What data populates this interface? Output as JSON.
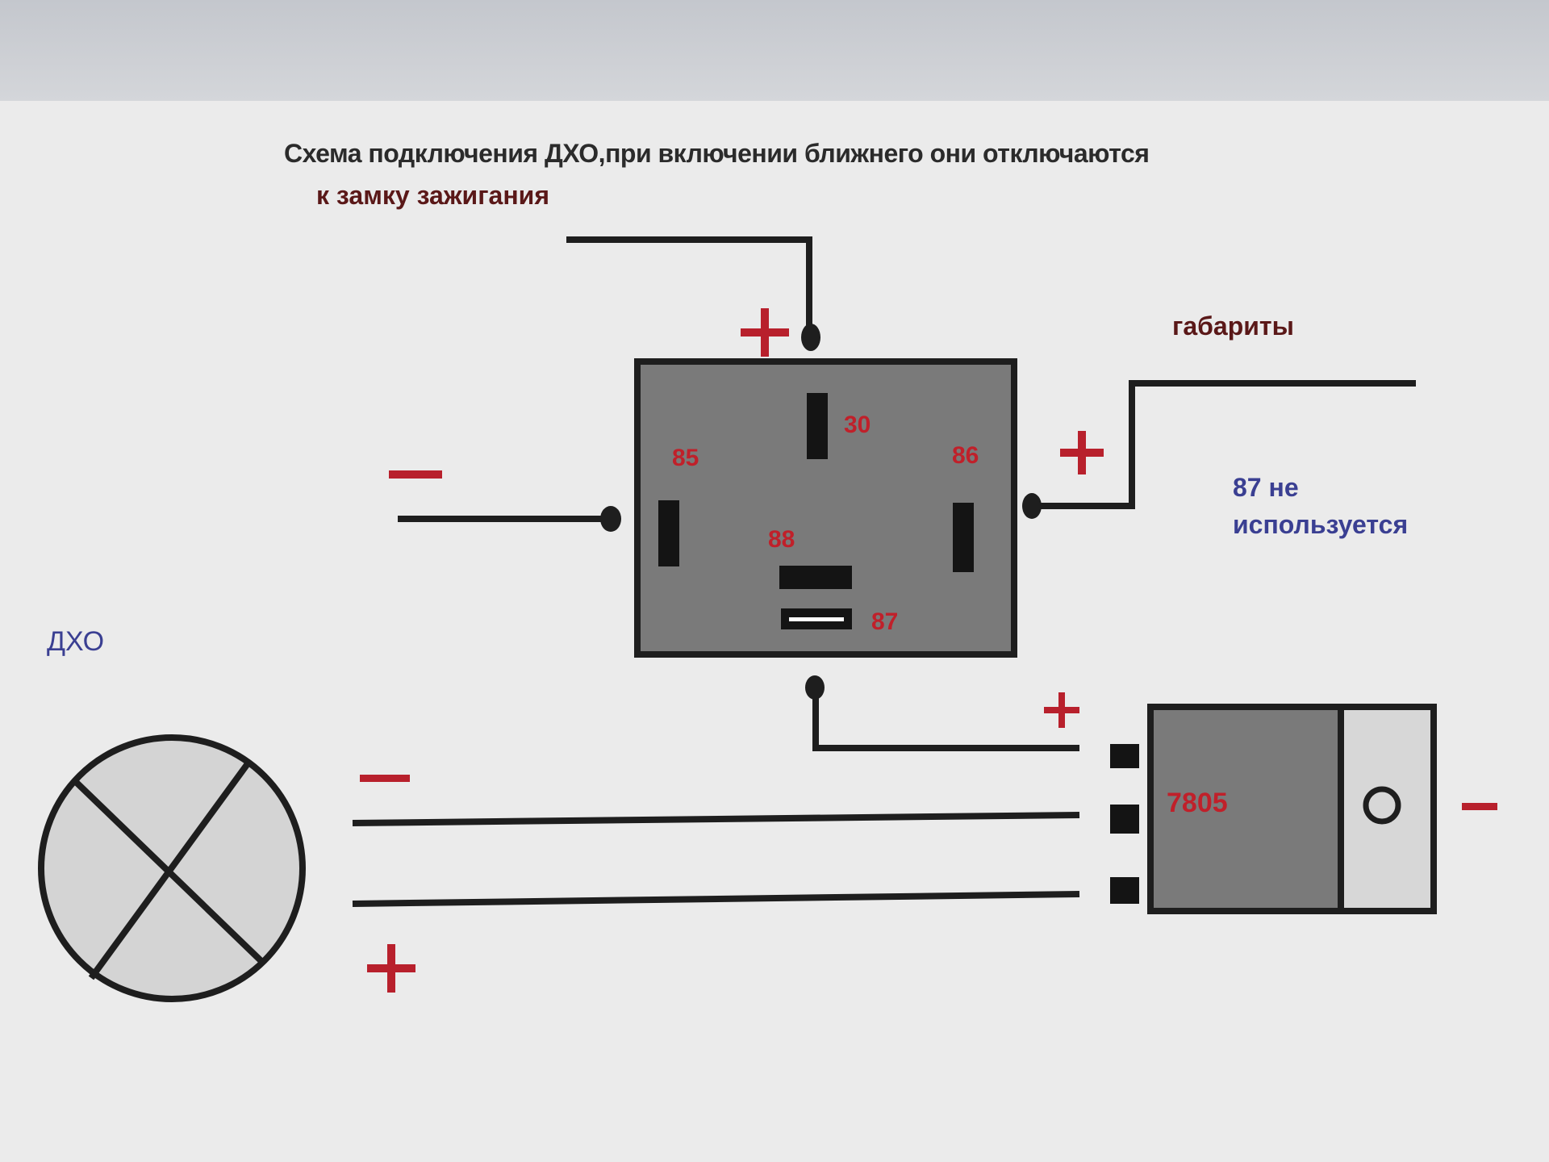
{
  "title": "Схема подключения  ДХО,при включении ближнего они отключаются",
  "ignition_label": "к замку зажигания",
  "parking_lights_label": "габариты",
  "pin87_note": "87 не используется",
  "drl_label": "ДХО",
  "relay": {
    "pins": {
      "p30": "30",
      "p85": "85",
      "p86": "86",
      "p88": "88",
      "p87": "87"
    }
  },
  "regulator_label": "7805",
  "symbols": {
    "plus": "+",
    "minus": "−"
  },
  "colors": {
    "wire": "#1e1e1e",
    "polarity": "#b8202c",
    "relay_body": "#7a7a7a",
    "regulator_body": "#7a7a7a",
    "lamp_fill": "#d4d4d4",
    "text_dark": "#2b2b2b",
    "text_brown": "#5a1818",
    "text_blue": "#3a3f92"
  }
}
